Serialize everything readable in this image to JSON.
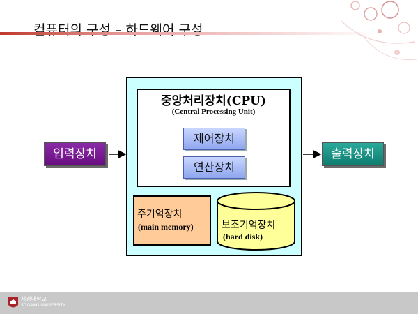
{
  "slide": {
    "title": "컴퓨터의 구성 – 하드웨어 구성"
  },
  "diagram": {
    "cpu": {
      "title": "중앙처리장치(CPU)",
      "subtitle": "(Central Processing Unit)",
      "control_unit": "제어장치",
      "alu": "연산장치"
    },
    "main_memory": {
      "title": "주기억장치",
      "subtitle": "(main memory)"
    },
    "secondary_storage": {
      "title": "보조기억장치",
      "subtitle": "(hard disk)"
    },
    "input": "입력장치",
    "output": "출력장치"
  },
  "footer": {
    "logo_text": "서강대학교",
    "logo_sub": "SOGANG UNIVERSITY"
  },
  "colors": {
    "computer_box": "#ccffff",
    "input_box": "#7a1a93",
    "output_box": "#1a9a8b",
    "main_memory": "#ffcc99",
    "disk": "#ffff99",
    "unit_box": "#aabcff"
  }
}
